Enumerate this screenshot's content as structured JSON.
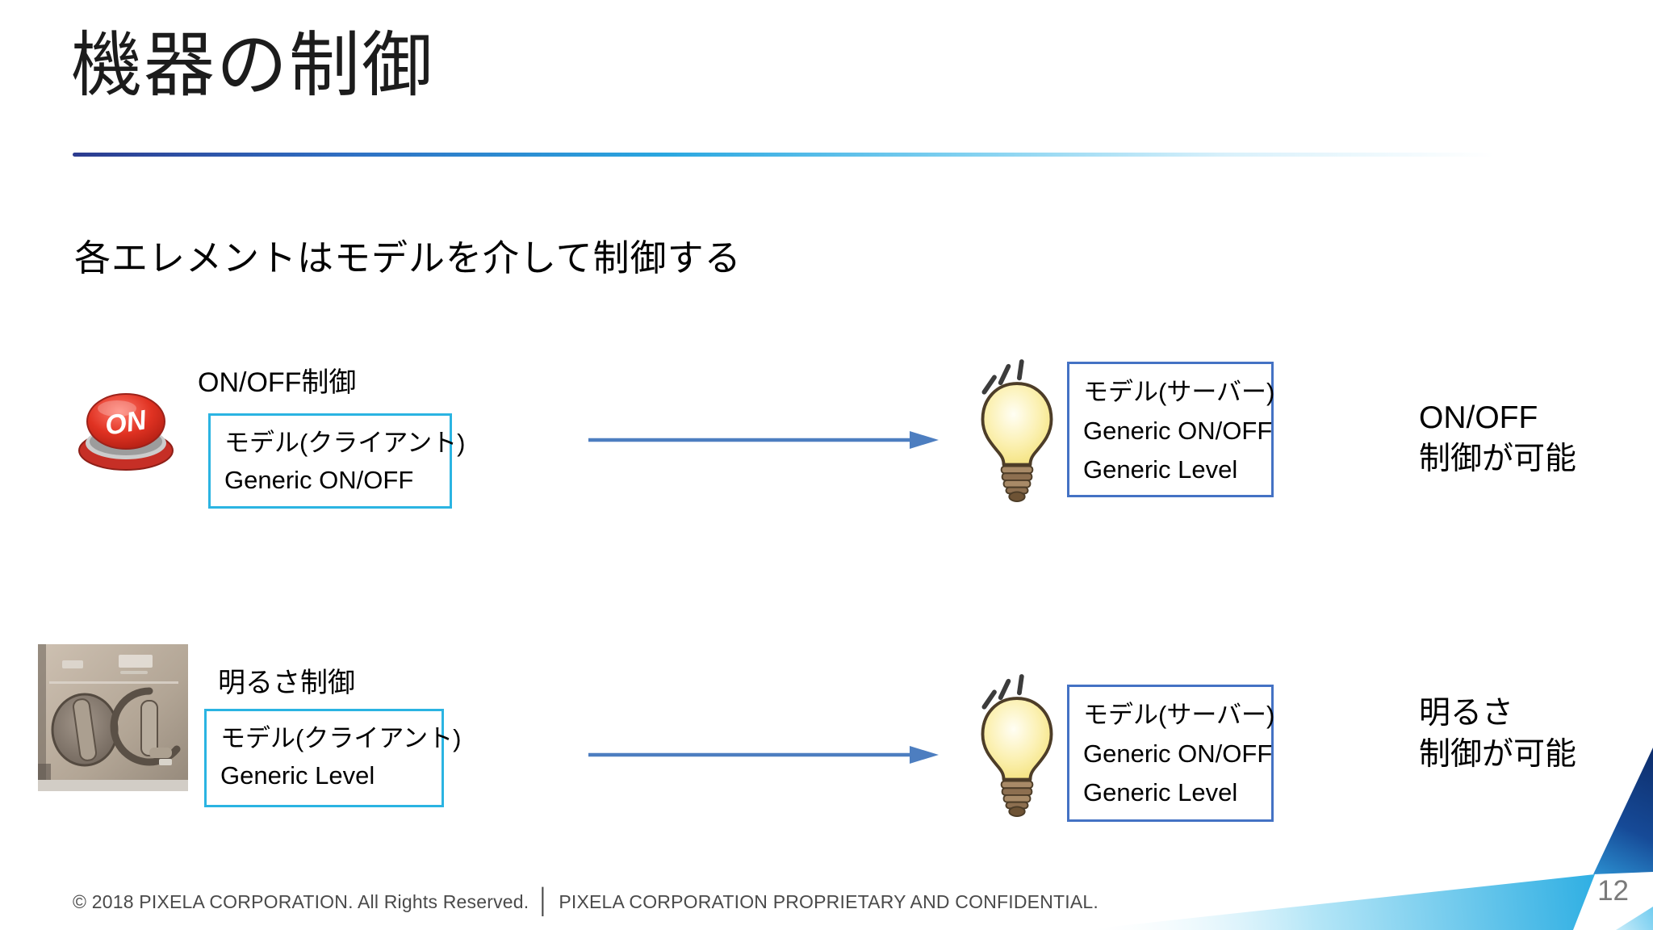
{
  "slide": {
    "title": "機器の制御",
    "subtitle": "各エレメントはモデルを介して制御する",
    "page_number": "12",
    "footer": {
      "copyright": "© 2018 PIXELA CORPORATION. All Rights Reserved.",
      "separator": "│",
      "confidential": "PIXELA CORPORATION PROPRIETARY AND CONFIDENTIAL."
    }
  },
  "rows": [
    {
      "device_icon": "on-button",
      "device_label": "ON/OFF制御",
      "client_box": {
        "line1": "モデル(クライアント)",
        "line2": "Generic ON/OFF"
      },
      "server_box": {
        "line1": "モデル(サーバー)",
        "line2": "Generic ON/OFF",
        "line3": "Generic Level"
      },
      "result_line1": "ON/OFF",
      "result_line2": "制御が可能"
    },
    {
      "device_icon": "brightness-knob",
      "device_label": "明るさ制御",
      "client_box": {
        "line1": "モデル(クライアント)",
        "line2": "Generic Level"
      },
      "server_box": {
        "line1": "モデル(サーバー)",
        "line2": "Generic ON/OFF",
        "line3": "Generic Level"
      },
      "result_line1": "明るさ",
      "result_line2": "制御が可能"
    }
  ],
  "colors": {
    "client_box_border": "#2bb4e2",
    "server_box_border": "#4472c4",
    "arrow": "#4d7ec0",
    "accent_dark_navy": "#0d2d6b",
    "accent_cyan": "#2fafe3",
    "footer_text": "#4a4a4a",
    "page_number_text": "#7a7a7a"
  }
}
